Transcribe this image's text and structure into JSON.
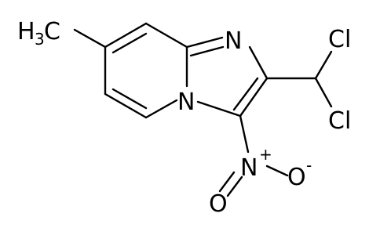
{
  "molecule": {
    "atoms": {
      "methyl": {
        "element": "H",
        "subscript": "3",
        "suffix": "C"
      },
      "n_bridge": {
        "element": "N"
      },
      "n_imine": {
        "element": "N"
      },
      "n_nitro": {
        "element": "N",
        "charge": "+"
      },
      "o_double": {
        "element": "O"
      },
      "o_single": {
        "element": "O",
        "charge": "-"
      },
      "cl_top": {
        "element": "Cl"
      },
      "cl_bottom": {
        "element": "Cl"
      }
    }
  }
}
